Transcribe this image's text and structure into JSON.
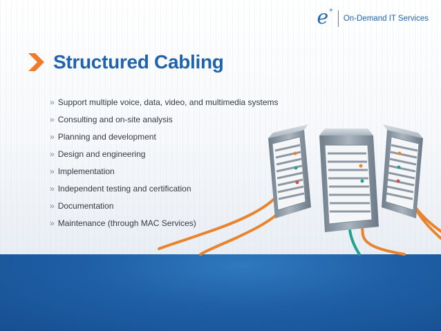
{
  "header": {
    "logo_letter": "e",
    "logo_plus": "+",
    "tagline": "On-Demand IT Services"
  },
  "title": "Structured Cabling",
  "bullet_marker": "»",
  "bullets": [
    "Support multiple voice, data, video, and multimedia systems",
    "Consulting and on-site analysis",
    "Planning and development",
    "Design and engineering",
    "Implementation",
    "Independent testing and certification",
    "Documentation",
    "Maintenance (through MAC Services)"
  ],
  "colors": {
    "brand_blue": "#1f63ad",
    "chevron_orange": "#ef7b2b",
    "cable_orange": "#e8842e",
    "cable_teal": "#1fa38e",
    "server_gray": "#8e9aa6",
    "band_blue": "#1f5fa6"
  },
  "icons": [
    "chevron-right-icon",
    "server-rack-icon"
  ]
}
